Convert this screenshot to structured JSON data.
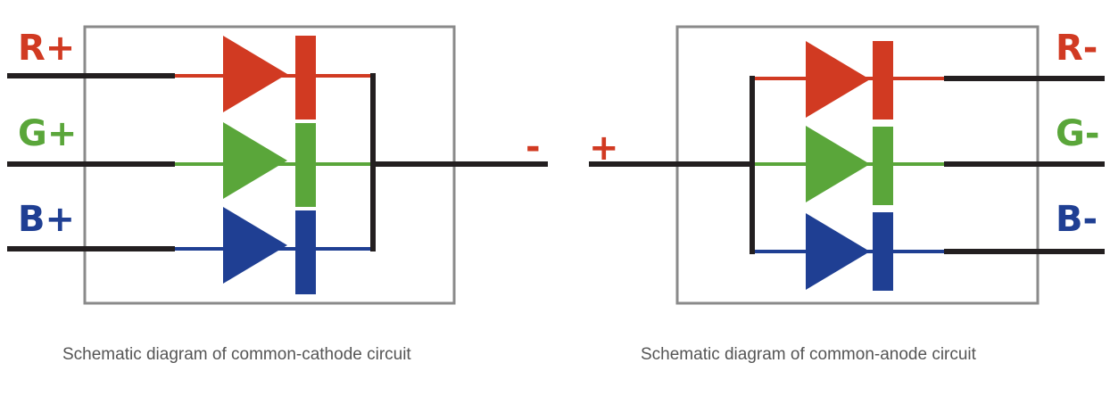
{
  "colors": {
    "red": "#d13a22",
    "green": "#5aa63a",
    "blue": "#1f3f93",
    "wire": "#231f20",
    "box": "#8a8a8a",
    "caption": "#555555"
  },
  "common_cathode": {
    "labels": {
      "red": "R+",
      "green": "G+",
      "blue": "B+",
      "common": "-"
    },
    "caption": "Schematic diagram of common-cathode circuit"
  },
  "common_anode": {
    "labels": {
      "red": "R-",
      "green": "G-",
      "blue": "B-",
      "common": "+"
    },
    "caption": "Schematic diagram of common-anode circuit"
  }
}
